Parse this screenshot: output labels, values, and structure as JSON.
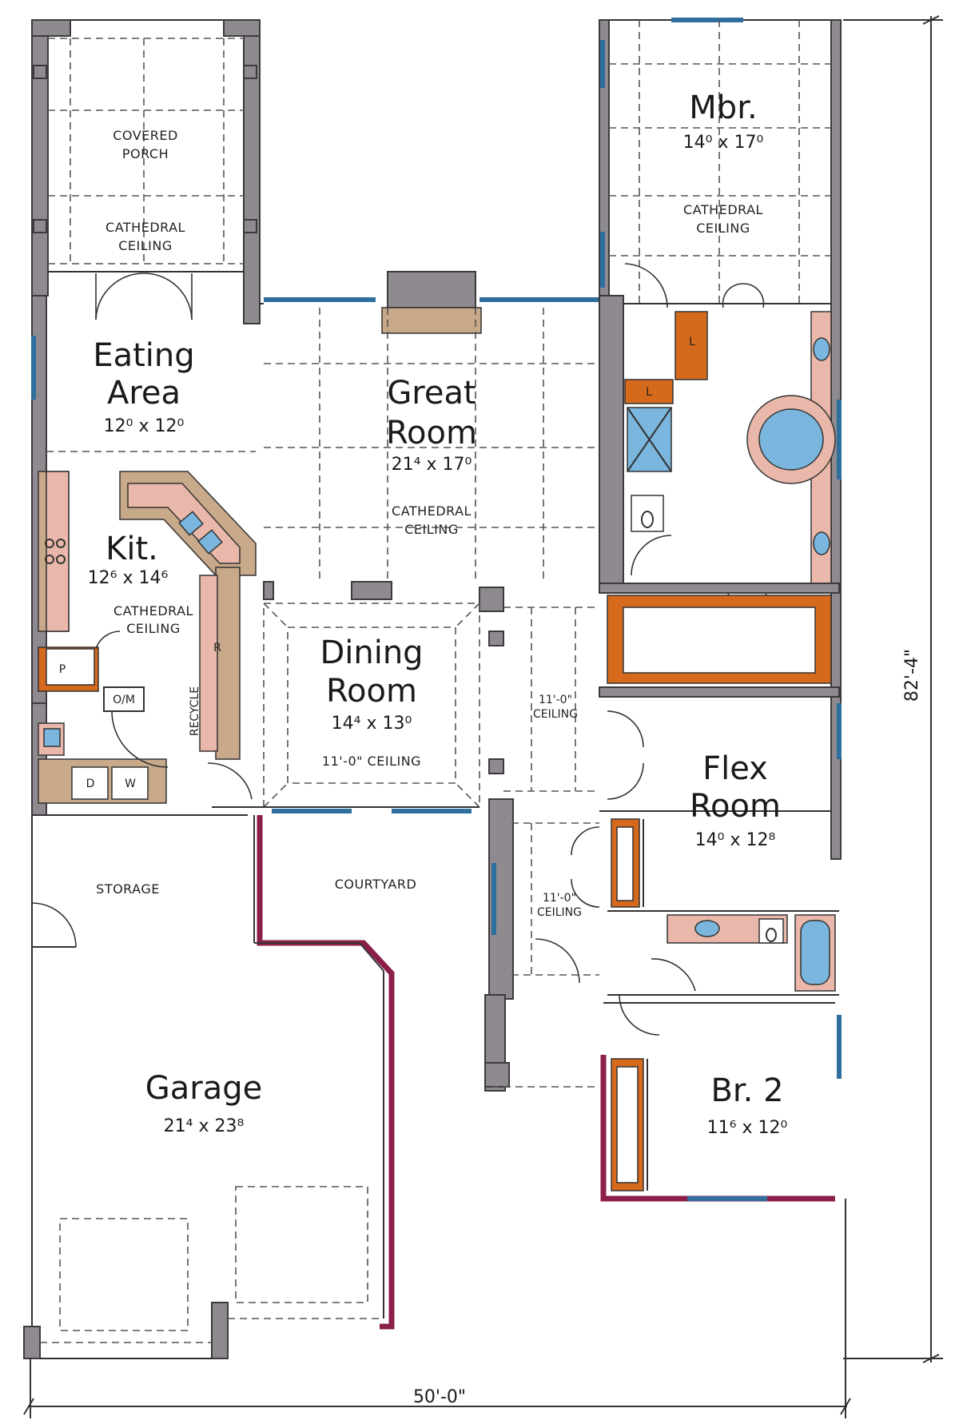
{
  "rooms": {
    "covered_porch": {
      "name_line1": "COVERED",
      "name_line2": "PORCH",
      "note_line1": "CATHEDRAL",
      "note_line2": "CEILING"
    },
    "eating_area": {
      "name_line1": "Eating",
      "name_line2": "Area",
      "dim": "12⁰ x 12⁰"
    },
    "great_room": {
      "name_line1": "Great",
      "name_line2": "Room",
      "dim": "21⁴ x 17⁰",
      "note_line1": "CATHEDRAL",
      "note_line2": "CEILING"
    },
    "master_bedroom": {
      "name": "Mbr.",
      "dim": "14⁰ x 17⁰",
      "note_line1": "CATHEDRAL",
      "note_line2": "CEILING"
    },
    "kitchen": {
      "name": "Kit.",
      "dim": "12⁶ x 14⁶",
      "note_line1": "CATHEDRAL",
      "note_line2": "CEILING"
    },
    "dining_room": {
      "name_line1": "Dining",
      "name_line2": "Room",
      "dim": "14⁴ x 13⁰",
      "note": "11'-0\" CEILING"
    },
    "hall_upper": {
      "note_line1": "11'-0\"",
      "note_line2": "CEILING"
    },
    "hall_lower": {
      "note_line1": "11'-0\"",
      "note_line2": "CEILING"
    },
    "flex_room": {
      "name_line1": "Flex",
      "name_line2": "Room",
      "dim": "14⁰ x 12⁸"
    },
    "storage": {
      "name": "STORAGE"
    },
    "courtyard": {
      "name": "COURTYARD"
    },
    "garage": {
      "name": "Garage",
      "dim": "21⁴ x 23⁸"
    },
    "bedroom_2": {
      "name": "Br. 2",
      "dim": "11⁶ x 12⁰"
    }
  },
  "fixtures": {
    "pantry": "P",
    "oven_microwave": "O/M",
    "recycle": "RECYCLE",
    "refrigerator": "R",
    "dryer": "D",
    "washer": "W",
    "linen_1": "L",
    "linen_2": "L"
  },
  "dimensions": {
    "overall_width": "50'-0\"",
    "overall_depth": "82'-4\""
  },
  "colors": {
    "wall": "#8f8a90",
    "window": "#2f6f9e",
    "brick": "#8c1f4a",
    "counter": "#e9b8aa",
    "cabinet": "#c8a98a",
    "closet_shelf": "#d66a1c",
    "water": "#7ab6dd"
  }
}
